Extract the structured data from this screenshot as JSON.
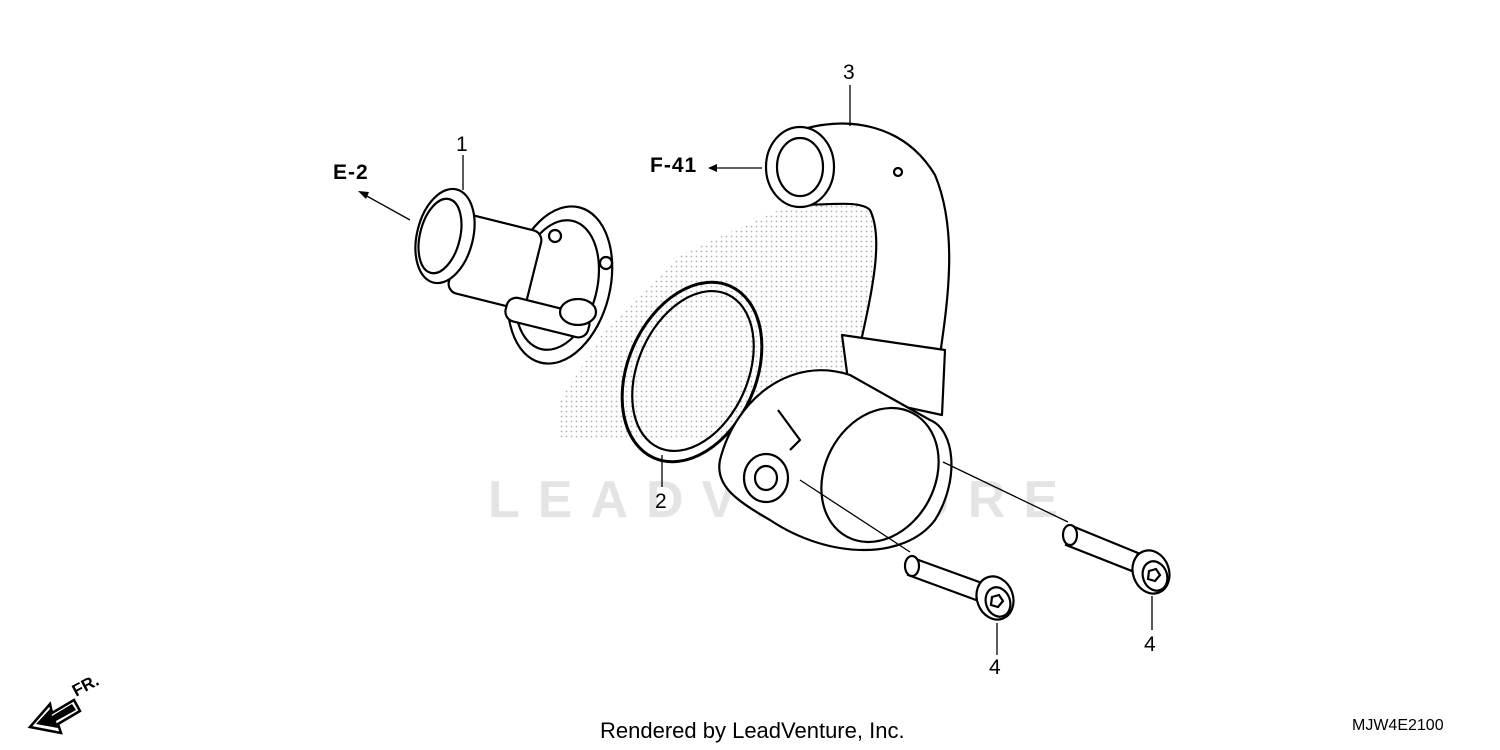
{
  "callouts": {
    "part1": "1",
    "part2": "2",
    "part3": "3",
    "part4a": "4",
    "part4b": "4"
  },
  "references": {
    "e2": "E-2",
    "f41": "F-41"
  },
  "watermark": "LEADVENTURE",
  "direction_label": "FR.",
  "footer_text": "Rendered by LeadVenture, Inc.",
  "diagram_code": "MJW4E2100"
}
